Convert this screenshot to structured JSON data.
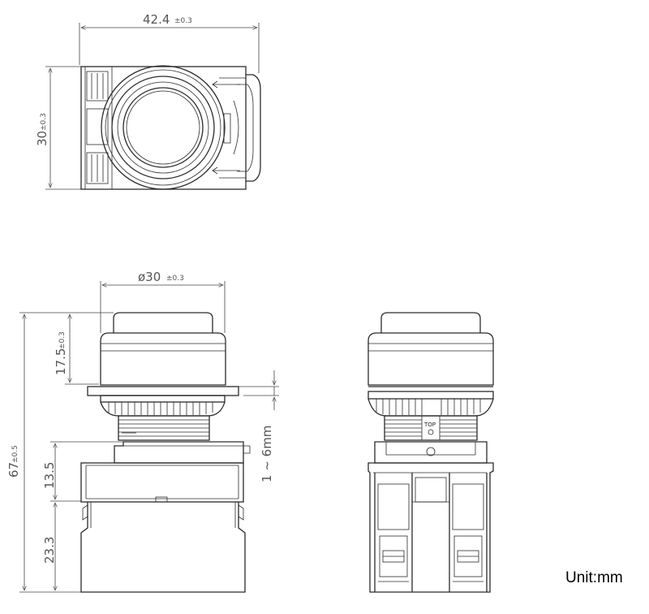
{
  "dimensions": {
    "top_width": {
      "value": "42.4",
      "tol": "±0.3"
    },
    "top_height": {
      "value": "30",
      "tol": "±0.3"
    },
    "diameter": {
      "value": "ø30",
      "tol": "±0.3"
    },
    "head_height": {
      "value": "17.5",
      "tol": "±0.3"
    },
    "overall_height": {
      "value": "67",
      "tol": "±0.5"
    },
    "mount_height": {
      "value": "13.5"
    },
    "base_height": {
      "value": "23.3"
    },
    "panel_thickness": {
      "value": "1 ~ 6mm"
    }
  },
  "labels": {
    "top_mark": "TOP"
  },
  "unit": "Unit:mm"
}
